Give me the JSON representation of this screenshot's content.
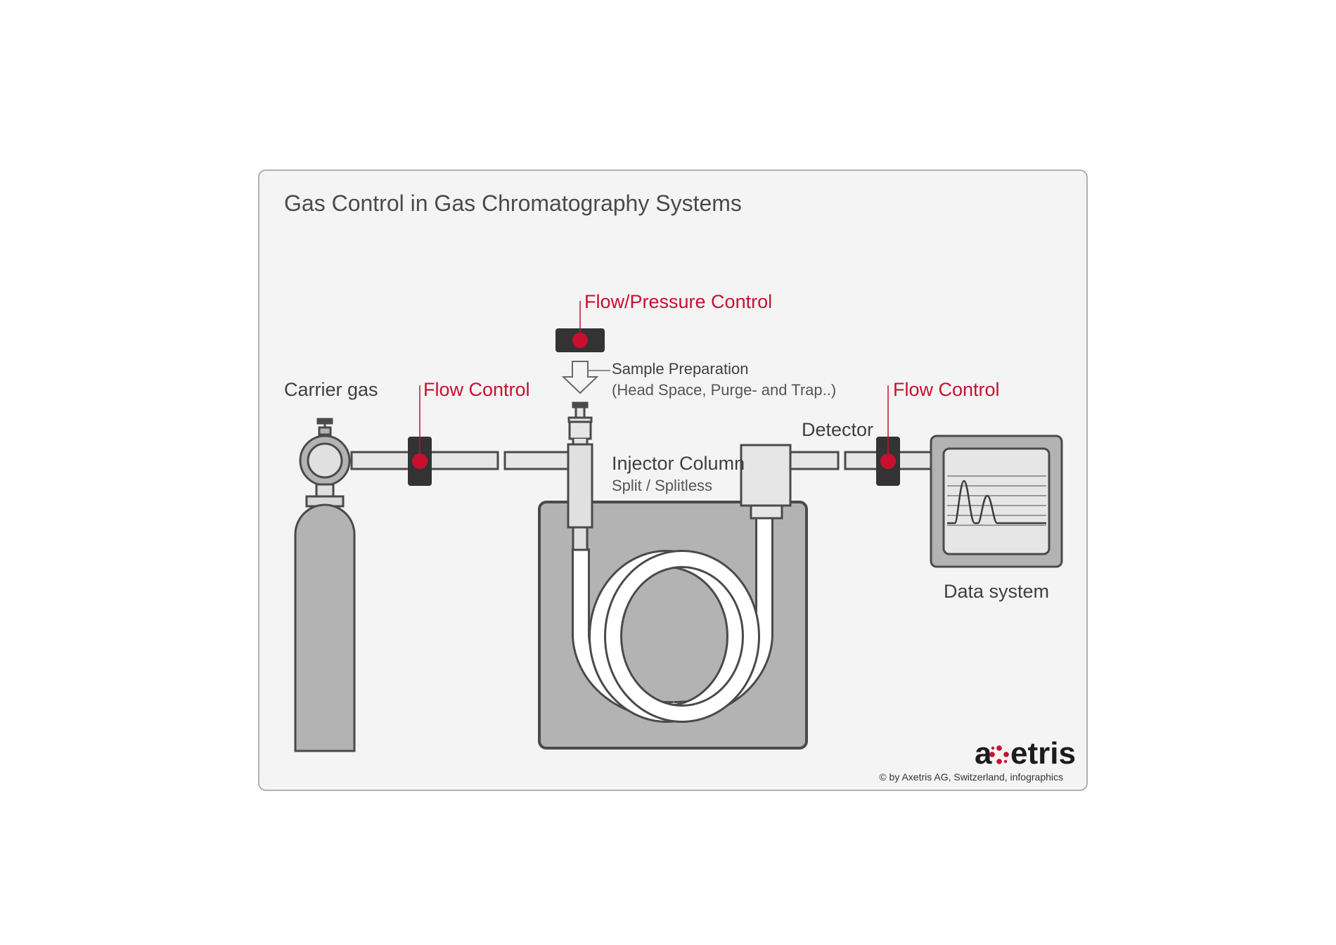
{
  "title": "Gas Control in Gas Chromatography Systems",
  "labels": {
    "carrier_gas": "Carrier gas",
    "flow_control_left": "Flow Control",
    "flow_pressure_control": "Flow/Pressure Control",
    "sample_prep": "Sample Preparation",
    "sample_prep_sub": "(Head Space, Purge- and Trap..)",
    "injector_column": "Injector Column",
    "injector_sub": "Split / Splitless",
    "detector": "Detector",
    "flow_control_right": "Flow Control",
    "data_system": "Data system"
  },
  "brand": {
    "logo_prefix": "a",
    "logo_suffix": "etris",
    "logo_full": "axetris",
    "copyright": "© by Axetris AG, Switzerland, infographics"
  },
  "colors": {
    "accent": "#c8102e",
    "panel_bg": "#f4f4f4",
    "panel_border": "#9a9a9a",
    "component_fill": "#b3b3b3",
    "outline": "#4a4a4a",
    "controller": "#333333",
    "pipe_fill": "#e6e6e6"
  }
}
